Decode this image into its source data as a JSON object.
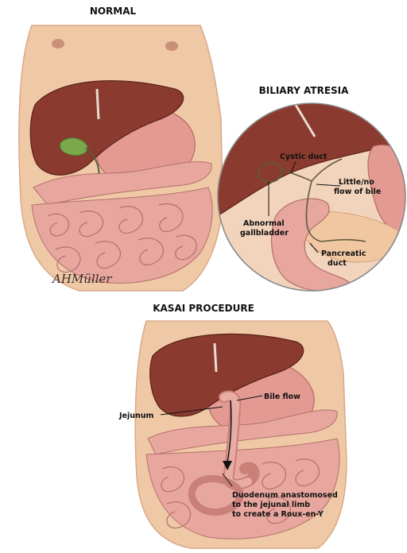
{
  "headings": {
    "normal": "NORMAL",
    "biliary_atresia": "BILIARY ATRESIA",
    "kasai": "KASAI PROCEDURE"
  },
  "labels": {
    "cystic_duct": "Cystic duct",
    "little_no_flow_1": "Little/no",
    "little_no_flow_2": "flow of bile",
    "abnormal_1": "Abnormal",
    "abnormal_2": "gallbladder",
    "pancreatic_1": "Pancreatic",
    "pancreatic_2": "duct",
    "bile_flow": "Bile flow",
    "jejunum": "Jejunum",
    "duodenum_1": "Duodenum anastomosed",
    "duodenum_2": "to the jejunal limb",
    "duodenum_3": "to create a Roux-en-Y"
  },
  "signature": "AHMüller",
  "colors": {
    "skin": "#efc8a6",
    "liver": "#8a3a2e",
    "stomach": "#e29a93",
    "intestine": "#e7a69e",
    "gallbladder_normal": "#7aa84a",
    "duct": "#5e5a3c"
  }
}
